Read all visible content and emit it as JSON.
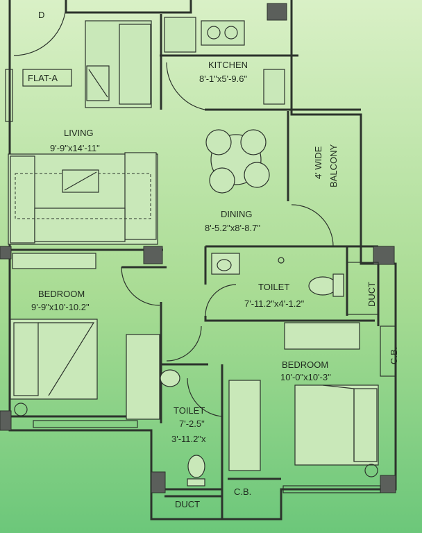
{
  "background": {
    "top": "#d9f0c6",
    "mid": "#a9dc94",
    "bottom": "#6cc77a"
  },
  "labels": {
    "door_d": "D",
    "flat": "FLAT-A",
    "kitchen_name": "KITCHEN",
    "kitchen_dim": "8'-1\"x5'-9.6\"",
    "living_name": "LIVING",
    "living_dim": "9'-9\"x14'-11\"",
    "balcony_1": "4' WIDE",
    "balcony_2": "BALCONY",
    "dining_name": "DINING",
    "dining_dim": "8'-5.2\"x8'-8.7\"",
    "toilet1_name": "TOILET",
    "toilet1_dim": "7'-11.2\"x4'-1.2\"",
    "duct1": "DUCT",
    "bedroom1_name": "BEDROOM",
    "bedroom1_dim": "9'-9\"x10'-10.2\"",
    "cb1": "C.B.",
    "bedroom2_name": "BEDROOM",
    "bedroom2_dim": "10'-0\"x10'-3\"",
    "toilet2_name": "TOILET",
    "toilet2_dim1": "7'-2.5\"",
    "toilet2_dim2": "3'-11.2\"x",
    "duct2": "DUCT",
    "cb2": "C.B."
  }
}
